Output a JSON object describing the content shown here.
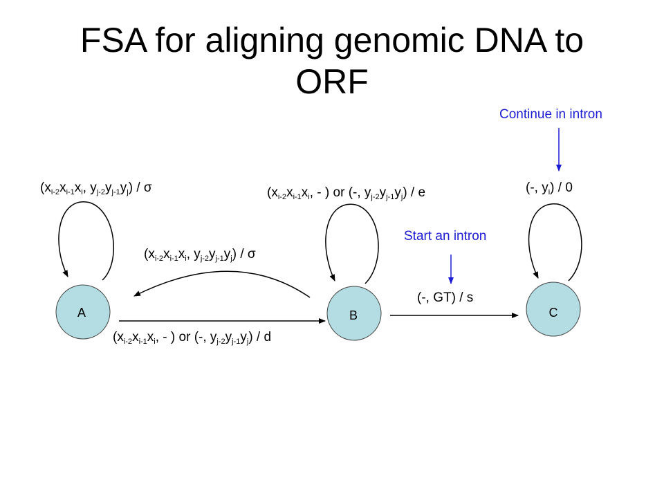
{
  "title": {
    "line1": "FSA for aligning genomic DNA to",
    "line2": "ORF"
  },
  "states": {
    "a": "A",
    "b": "B",
    "c": "C"
  },
  "annotations": {
    "continue_in_intron": "Continue in intron",
    "start_an_intron": "Start an intron"
  },
  "transitions": {
    "a_self": [
      [
        "(x",
        ""
      ],
      [
        "",
        "i-2"
      ],
      [
        "x",
        ""
      ],
      [
        "",
        "i-1"
      ],
      [
        "x",
        ""
      ],
      [
        "",
        "i"
      ],
      [
        ", y",
        ""
      ],
      [
        "",
        "j-2"
      ],
      [
        "y",
        ""
      ],
      [
        "",
        "j-1"
      ],
      [
        "y",
        ""
      ],
      [
        "",
        "j"
      ],
      [
        ") / σ",
        ""
      ]
    ],
    "b_to_a": [
      [
        "(x",
        ""
      ],
      [
        "",
        "i-2"
      ],
      [
        "x",
        ""
      ],
      [
        "",
        "i-1"
      ],
      [
        "x",
        ""
      ],
      [
        "",
        "i"
      ],
      [
        ", y",
        ""
      ],
      [
        "",
        "j-2"
      ],
      [
        "y",
        ""
      ],
      [
        "",
        "j-1"
      ],
      [
        "y",
        ""
      ],
      [
        "",
        "j"
      ],
      [
        ") / σ",
        ""
      ]
    ],
    "b_self": [
      [
        "(x",
        ""
      ],
      [
        "",
        "i-2"
      ],
      [
        "x",
        ""
      ],
      [
        "",
        "i-1"
      ],
      [
        "x",
        ""
      ],
      [
        "",
        "i"
      ],
      [
        ", - ) or (-, y",
        ""
      ],
      [
        "",
        "j-2"
      ],
      [
        "y",
        ""
      ],
      [
        "",
        "j-1"
      ],
      [
        "y",
        ""
      ],
      [
        "",
        "j"
      ],
      [
        ") / e",
        ""
      ]
    ],
    "a_to_b": [
      [
        "(x",
        ""
      ],
      [
        "",
        "i-2"
      ],
      [
        "x",
        ""
      ],
      [
        "",
        "i-1"
      ],
      [
        "x",
        ""
      ],
      [
        "",
        "i"
      ],
      [
        ", - ) or (-, y",
        ""
      ],
      [
        "",
        "j-2"
      ],
      [
        "y",
        ""
      ],
      [
        "",
        "j-1"
      ],
      [
        "y",
        ""
      ],
      [
        "",
        "j"
      ],
      [
        ") / d",
        ""
      ]
    ],
    "c_self": [
      [
        "(-, y",
        ""
      ],
      [
        "",
        "i"
      ],
      [
        ") / 0",
        ""
      ]
    ],
    "b_to_c": "(-, GT) / s"
  },
  "colors": {
    "state_fill": "#b3dde3",
    "annotation": "#1c1cd4",
    "line": "#000000"
  }
}
